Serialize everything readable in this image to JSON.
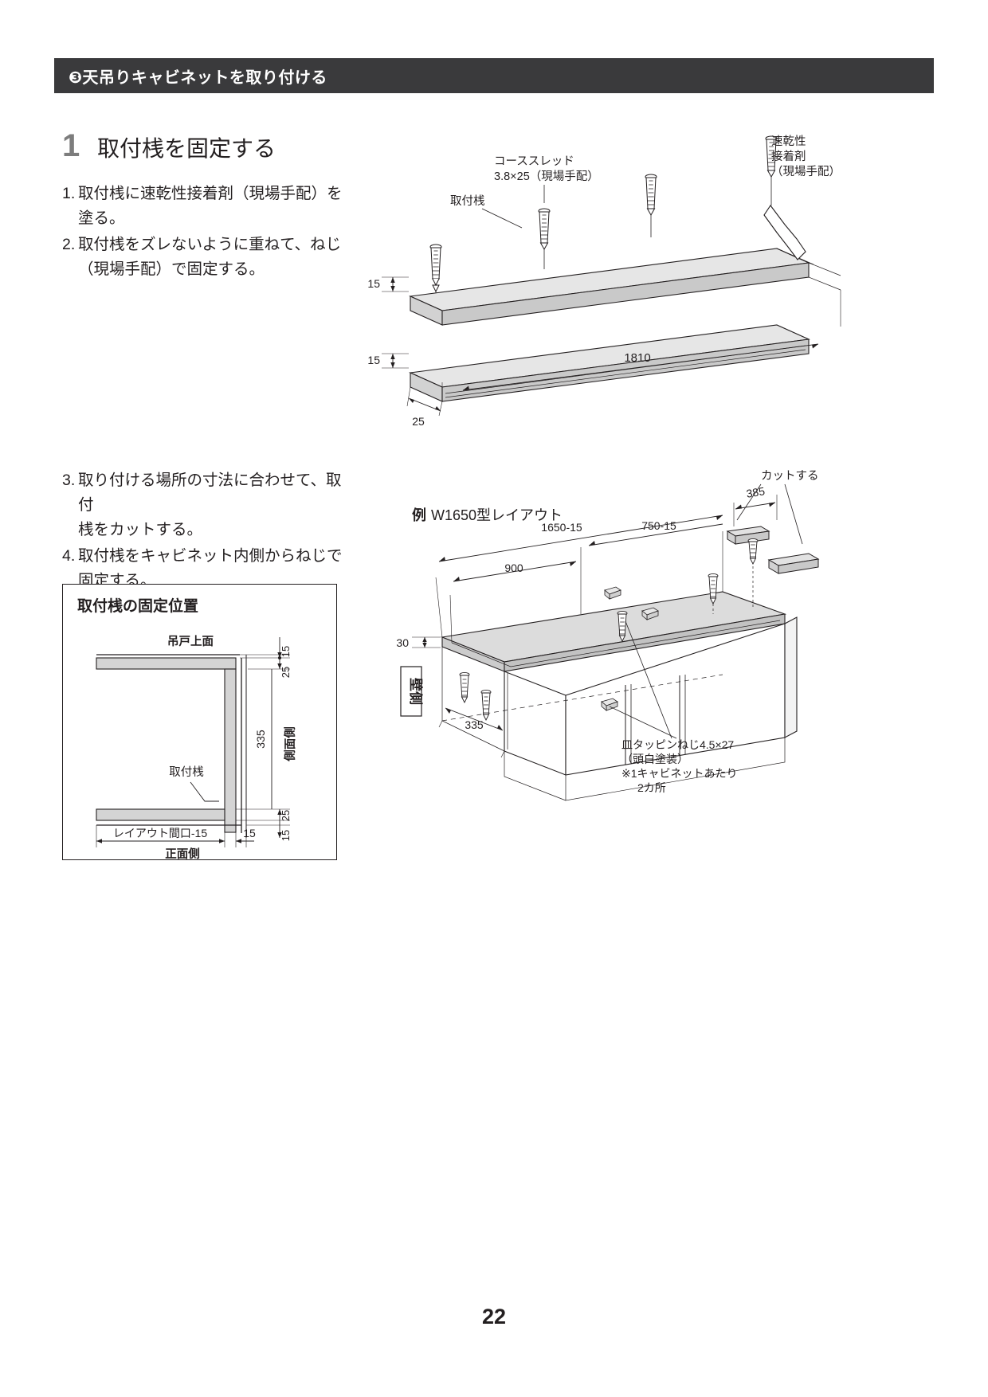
{
  "header": {
    "section_number": "❸",
    "title": "❸天吊りキャビネットを取り付ける"
  },
  "step": {
    "number": "1",
    "title": "取付桟を固定する"
  },
  "instructions_a": [
    {
      "n": "1.",
      "lines": [
        "取付桟に速乾性接着剤（現場手配）を",
        "塗る。"
      ]
    },
    {
      "n": "2.",
      "lines": [
        "取付桟をズレないように重ねて、ねじ",
        "（現場手配）で固定する。"
      ]
    }
  ],
  "instructions_b": [
    {
      "n": "3.",
      "lines": [
        "取り付ける場所の寸法に合わせて、取付",
        "桟をカットする。"
      ]
    },
    {
      "n": "4.",
      "lines": [
        "取付桟をキャビネット内側からねじで",
        "固定する。"
      ]
    }
  ],
  "figure_box": {
    "title": "取付桟の固定位置",
    "labels": {
      "top_face": "吊戸上面",
      "side_face": "側面側",
      "front_face": "正面側",
      "rail": "取付桟",
      "opening": "レイアウト間口-15"
    },
    "dimensions": {
      "d15_top": "15",
      "d25_top": "25",
      "d335": "335",
      "d25_bottom": "25",
      "d15_bottom": "15",
      "d15_right": "15"
    }
  },
  "figure_top": {
    "labels": {
      "coarse_thread": "コーススレッド\n3.8×25（現場手配）",
      "coarse_thread_l1": "コーススレッド",
      "coarse_thread_l2": "3.8×25（現場手配）",
      "adhesive_l1": "速乾性",
      "adhesive_l2": "接着剤",
      "adhesive_l3": "（現場手配）",
      "rail": "取付桟"
    },
    "dimensions": {
      "d15_upper": "15",
      "d15_lower": "15",
      "d1810": "1810",
      "d25": "25"
    }
  },
  "figure_bottom": {
    "labels": {
      "example": "例 W1650型レイアウト",
      "example_prefix": "例",
      "example_text": "W1650型レイアウト",
      "cut": "カットする",
      "wall_side": "壁側",
      "screw_l1": "皿タッピンねじ4.5×27",
      "screw_l2": "（頭白塗装）",
      "screw_l3": "※1キャビネットあたり",
      "screw_l4": "2カ所"
    },
    "dimensions": {
      "d1650": "1650-15",
      "d750": "750-15",
      "d900": "900",
      "d385": "385",
      "d30": "30",
      "d335": "335"
    }
  },
  "page_number": "22",
  "colors": {
    "header_bg": "#3a3a3c",
    "text": "#231f20",
    "step_number": "#7d7d7d",
    "panel_fill": "#d9d9d9",
    "panel_fill_light": "#efefef"
  }
}
